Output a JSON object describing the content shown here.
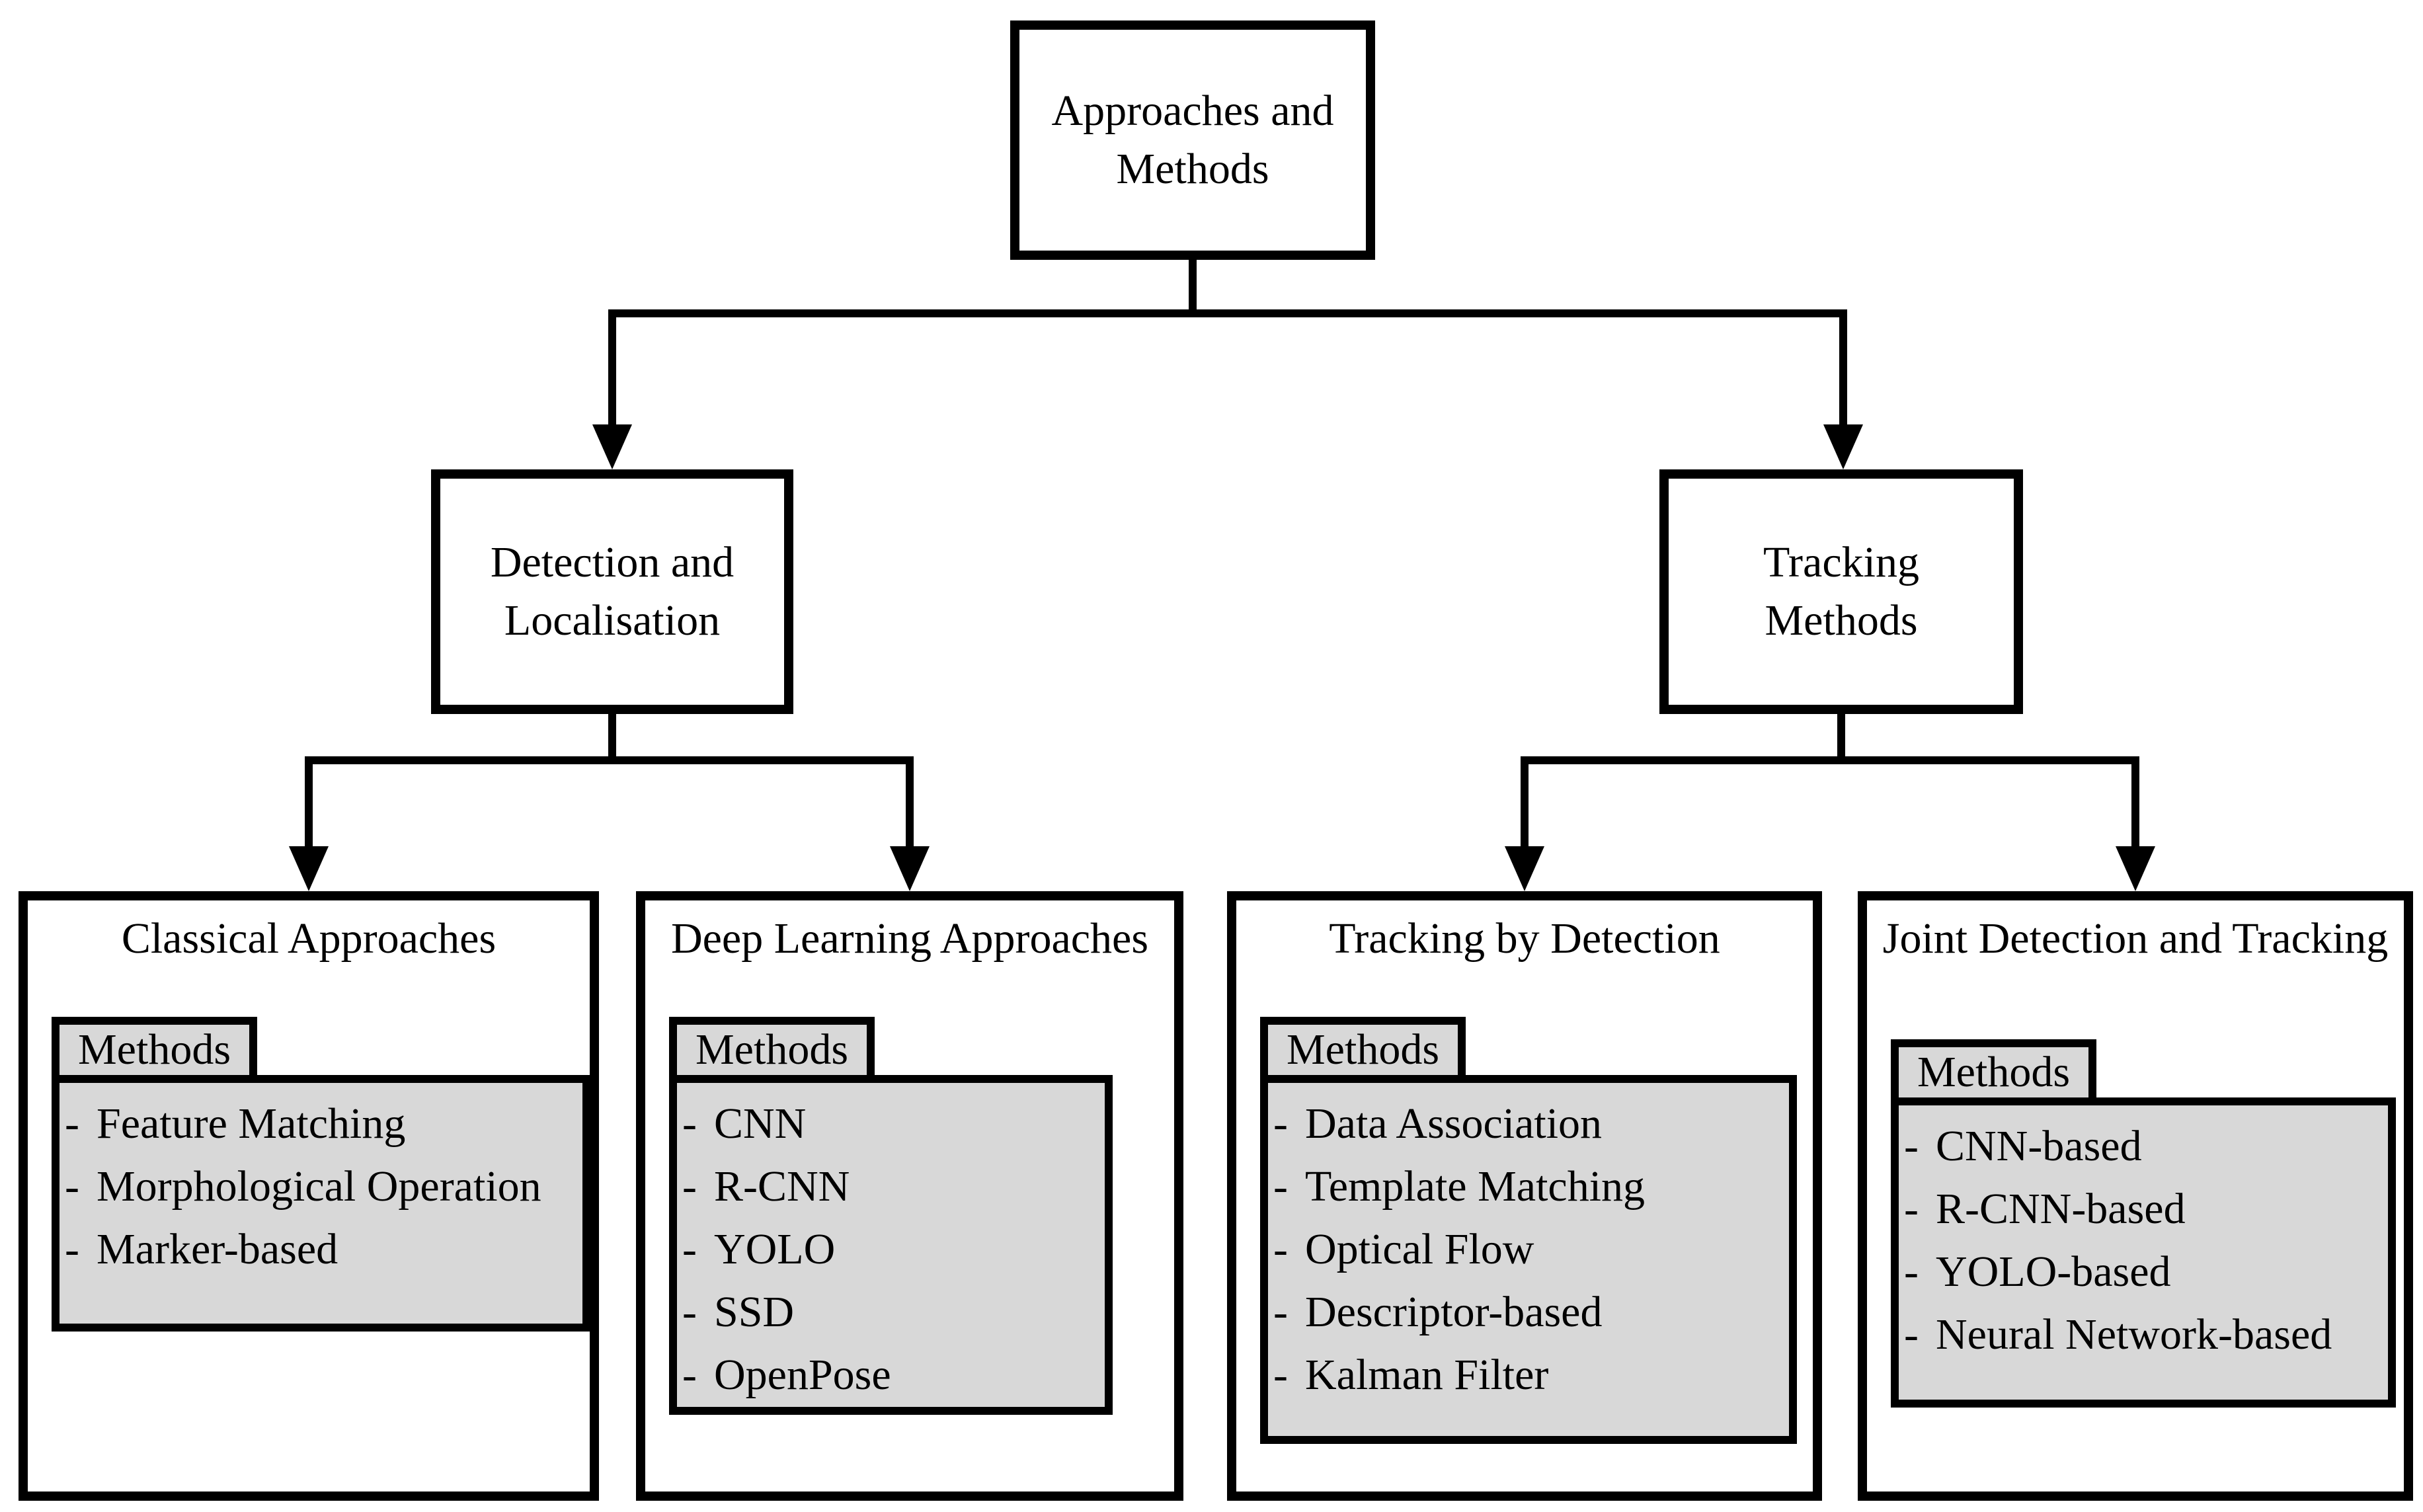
{
  "diagram": {
    "root": {
      "title": "Approaches and Methods"
    },
    "branches": [
      {
        "title": "Detection and Localisation"
      },
      {
        "title": "Tracking Methods"
      }
    ],
    "tab_label": "Methods",
    "bullet": "-",
    "leaves": [
      {
        "title": "Classical Approaches",
        "methods": [
          "Feature Matching",
          "Morphological Operation",
          "Marker-based"
        ]
      },
      {
        "title": "Deep Learning Approaches",
        "methods": [
          "CNN",
          "R-CNN",
          "YOLO",
          "SSD",
          "OpenPose"
        ]
      },
      {
        "title": "Tracking by Detection",
        "methods": [
          "Data Association",
          "Template Matching",
          "Optical Flow",
          "Descriptor-based",
          "Kalman Filter"
        ]
      },
      {
        "title": "Joint Detection and Tracking",
        "methods": [
          "CNN-based",
          "R-CNN-based",
          "YOLO-based",
          "Neural Network-based"
        ]
      }
    ],
    "colors": {
      "line": "#000000",
      "panel_fill": "#d8d8d8",
      "box_fill": "#ffffff",
      "background": "#ffffff"
    }
  }
}
